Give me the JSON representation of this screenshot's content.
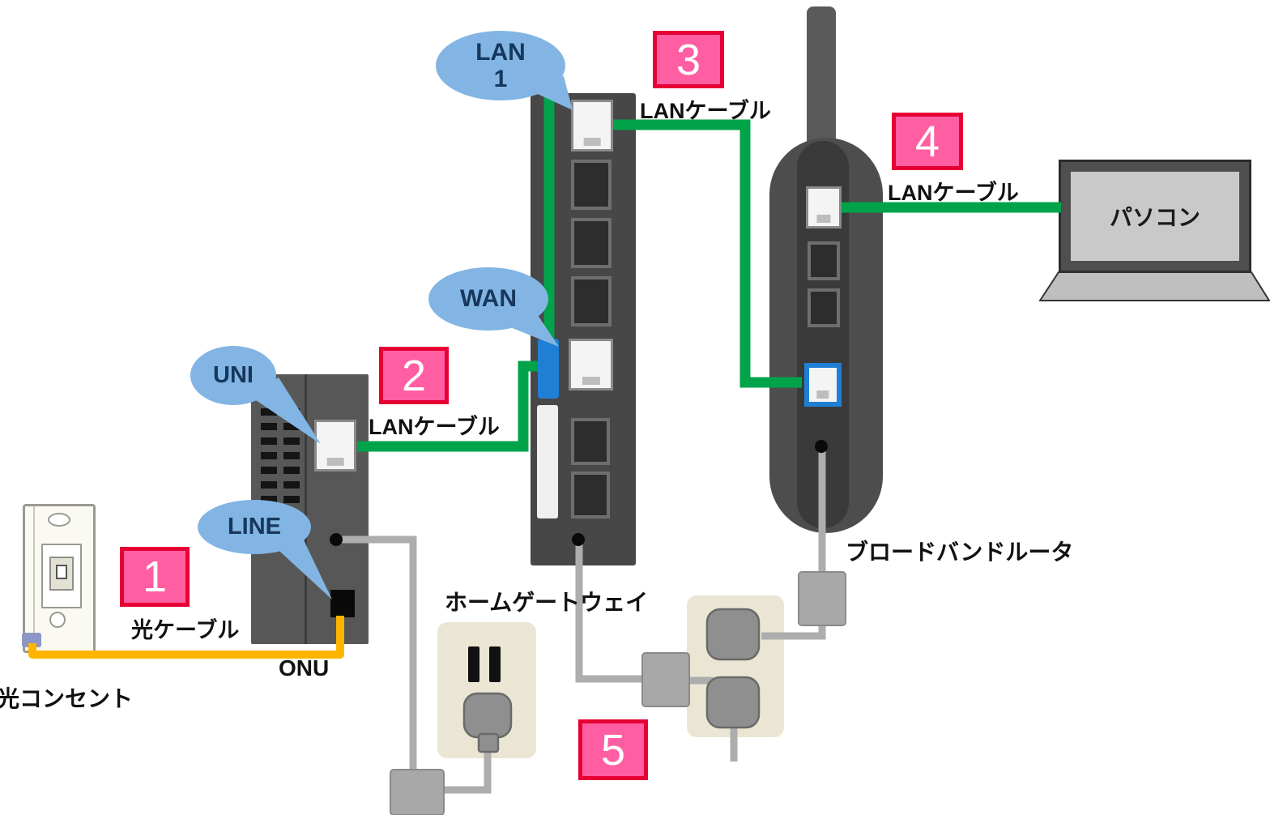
{
  "diagram": {
    "device_labels": {
      "optical_outlet": "光コンセント",
      "onu": "ONU",
      "home_gateway": "ホームゲートウェイ",
      "broadband_router": "ブロードバンドルータ",
      "pc": "パソコン"
    },
    "bubbles": {
      "lan1": {
        "line1": "LAN",
        "line2": "1"
      },
      "wan": "WAN",
      "uni": "UNI",
      "line": "LINE"
    },
    "steps": {
      "step1": "1",
      "step2": "2",
      "step3": "3",
      "step4": "4",
      "step5": "5"
    },
    "cable_labels": {
      "step1_cable": "光ケーブル",
      "step2_cable": "LANケーブル",
      "step3_cable": "LANケーブル",
      "step4_cable": "LANケーブル"
    },
    "colors": {
      "lan_cable_green": "#00A24A",
      "optical_cable_orange": "#FFB400",
      "power_cable_gray": "#ADADAD",
      "step_badge_pink": "#FF5FA2",
      "step_badge_border_red": "#E60033",
      "callout_blue": "#82B5E3",
      "wan_connector_blue": "#1F7FD4",
      "device_gray": "#4D4D4D"
    }
  }
}
